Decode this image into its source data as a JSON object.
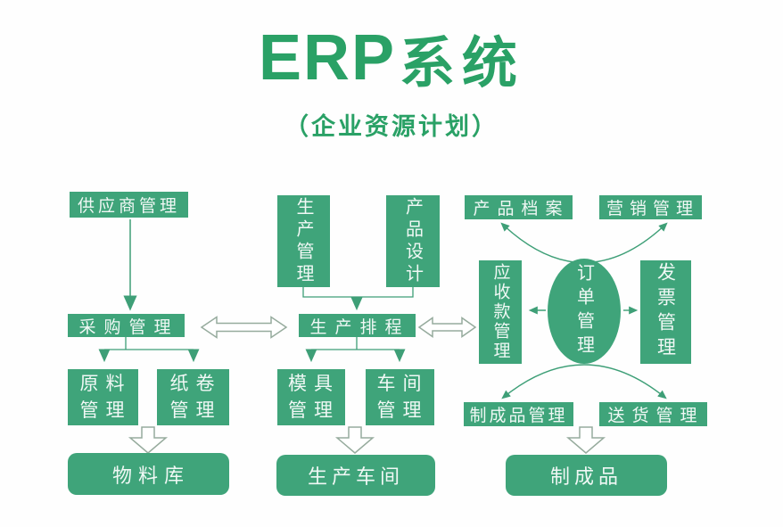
{
  "title": {
    "main_en": "ERP",
    "main_zh": "系统",
    "subtitle": "（企业资源计划）"
  },
  "colors": {
    "box_green": "#3fa47a",
    "title_green": "#2aa166",
    "connector_green": "#3e9f77",
    "hollow_arrow_outline": "#96ab9d",
    "background": "#ffffff"
  },
  "nodes": {
    "supplier": "供应商管理",
    "purchasing": "采购管理",
    "raw_material": "原料管理",
    "paper_roll": "纸卷管理",
    "material_warehouse": "物料库",
    "production": "生产管理",
    "product_design": "产品设计",
    "scheduling": "生产排程",
    "mold": "模具管理",
    "workshop": "车间管理",
    "production_workshop": "生产车间",
    "product_archive": "产品档案",
    "marketing": "营销管理",
    "receivables": "应收款管理",
    "order": "订单管理",
    "invoice": "发票管理",
    "finished_goods_mgmt": "制成品管理",
    "delivery": "送货管理",
    "finished_goods": "制成品"
  }
}
